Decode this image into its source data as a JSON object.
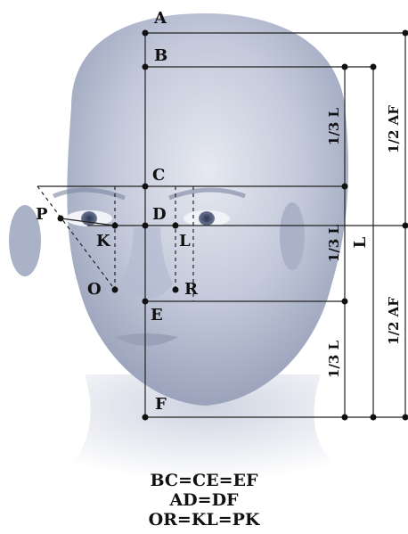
{
  "points": {
    "A": "A",
    "B": "B",
    "C": "C",
    "D": "D",
    "E": "E",
    "F": "F",
    "K": "K",
    "L": "L",
    "O": "O",
    "R": "R",
    "P": "P"
  },
  "dimensions": {
    "third_top": "1/3 L",
    "third_mid": "1/3 L",
    "third_bottom": "1/3 L",
    "total": "L",
    "half_top": "1/2 AF",
    "half_bottom": "1/2 AF"
  },
  "formulas": [
    "BC=CE=EF",
    "AD=DF",
    "OR=KL=PK"
  ],
  "colors": {
    "skin": "#b8c0d4",
    "ink": "#111111"
  }
}
